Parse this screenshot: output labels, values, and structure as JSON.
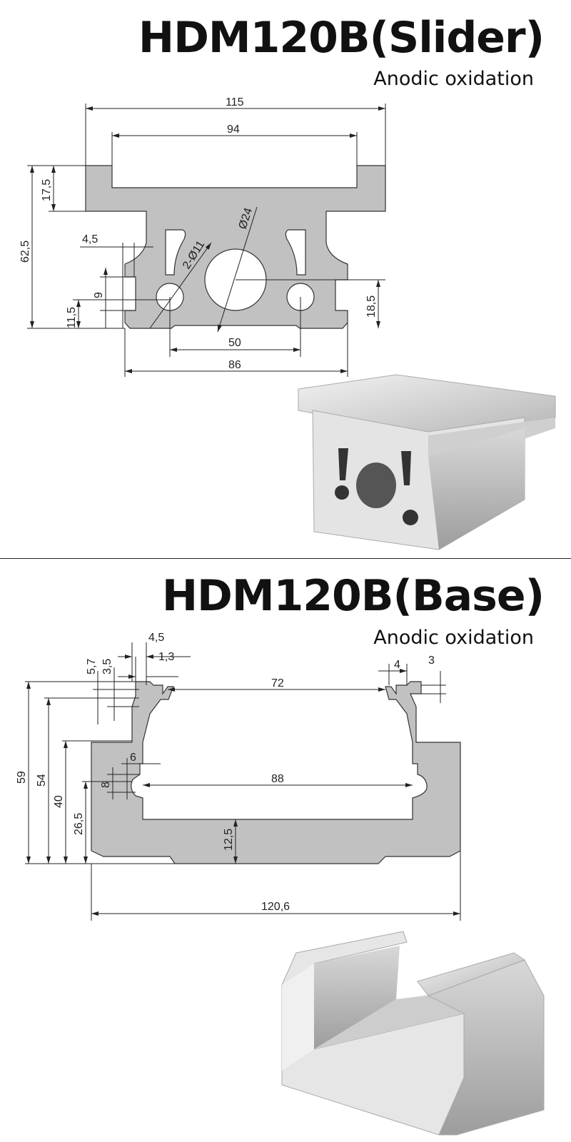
{
  "slider": {
    "title": "HDM120B(Slider)",
    "subtitle": "Anodic oxidation",
    "dims": {
      "overall_width": "115",
      "slot_width": "94",
      "flange_height": "17,5",
      "total_height": "62,5",
      "side_offset": "4,5",
      "small_holes": "2-Ø11",
      "big_hole": "Ø24",
      "notch": "9",
      "notch_height": "11,5",
      "hole_height": "18,5",
      "hole_spacing": "50",
      "bottom_width": "86"
    }
  },
  "base": {
    "title": "HDM120B(Base)",
    "subtitle": "Anodic oxidation",
    "dims": {
      "rail_width": "4,5",
      "rail_gap": "1,3",
      "d57": "5,7",
      "d35": "3,5",
      "d4": "4",
      "d3": "3",
      "inner_top": "72",
      "total_height": "59",
      "h54": "54",
      "h40": "40",
      "h265": "26,5",
      "d6": "6",
      "d8": "8",
      "inner_width": "88",
      "floor": "12,5",
      "overall_width": "120,6"
    }
  },
  "colors": {
    "profile": "#c1c1c1",
    "line": "#222222"
  }
}
